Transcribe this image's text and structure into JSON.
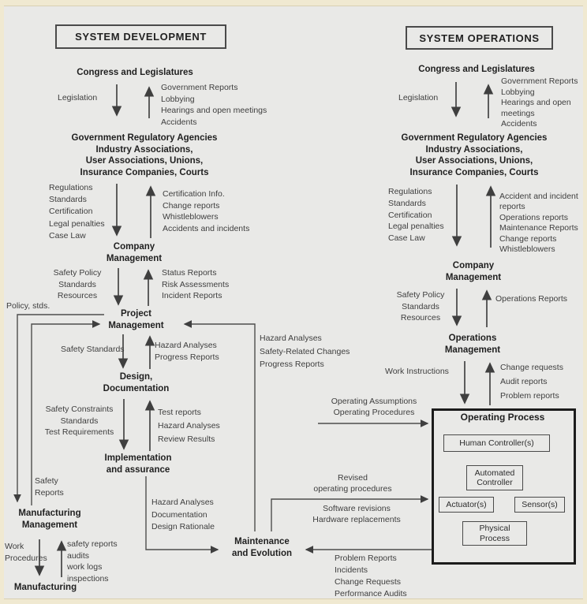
{
  "header": {
    "development_title": "SYSTEM DEVELOPMENT",
    "operations_title": "SYSTEM OPERATIONS"
  },
  "development": {
    "congress_heading": "Congress and Legislatures",
    "legislation_label": "Legislation",
    "congress_feedback": [
      "Government Reports",
      "Lobbying",
      "Hearings and open meetings",
      "Accidents"
    ],
    "agencies_heading": [
      "Government Regulatory Agencies",
      "Industry Associations,",
      "User Associations, Unions,",
      "Insurance Companies, Courts"
    ],
    "agencies_control": [
      "Regulations",
      "Standards",
      "Certification",
      "Legal penalties",
      "Case Law"
    ],
    "agencies_feedback": [
      "Certification Info.",
      "Change reports",
      "Whistleblowers",
      "Accidents and incidents"
    ],
    "company_heading": [
      "Company",
      "Management"
    ],
    "company_control": [
      "Safety Policy",
      "Standards",
      "Resources"
    ],
    "company_feedback": [
      "Status Reports",
      "Risk Assessments",
      "Incident Reports"
    ],
    "policy_stds_label": "Policy, stds.",
    "project_heading": [
      "Project",
      "Management"
    ],
    "project_control": "Safety Standards",
    "project_feedback": [
      "Hazard Analyses",
      "Progress Reports"
    ],
    "design_heading": [
      "Design,",
      "Documentation"
    ],
    "design_control": [
      "Safety Constraints",
      "Standards",
      "Test Requirements"
    ],
    "design_feedback": [
      "Test reports",
      "Hazard Analyses",
      "Review Results"
    ],
    "implementation_heading": [
      "Implementation",
      "and assurance"
    ],
    "safety_reports_label": [
      "Safety",
      "Reports"
    ],
    "implementation_output": [
      "Hazard Analyses",
      "Documentation",
      "Design Rationale"
    ],
    "manufacturing_mgmt_heading": [
      "Manufacturing",
      "Management"
    ],
    "manufacturing_control": [
      "Work",
      "Procedures"
    ],
    "manufacturing_feedback": [
      "safety reports",
      "audits",
      "work logs",
      "inspections"
    ],
    "manufacturing_heading": "Manufacturing"
  },
  "middle": {
    "maintenance_heading": [
      "Maintenance",
      "and Evolution"
    ],
    "maintenance_to_project": [
      "Hazard Analyses",
      "Safety-Related Changes",
      "Progress Reports"
    ],
    "revised_procedures": [
      "Revised",
      "operating procedures"
    ],
    "revisions": [
      "Software revisions",
      "Hardware replacements"
    ],
    "operating_feedback": [
      "Problem Reports",
      "Incidents",
      "Change Requests",
      "Performance Audits"
    ],
    "operating_assumptions": [
      "Operating Assumptions",
      "Operating Procedures"
    ]
  },
  "operations": {
    "congress_heading": "Congress and Legislatures",
    "legislation_label": "Legislation",
    "congress_feedback": [
      "Government Reports",
      "Lobbying",
      "Hearings and open",
      "meetings",
      "Accidents"
    ],
    "agencies_heading": [
      "Government Regulatory Agencies",
      "Industry Associations,",
      "User Associations, Unions,",
      "Insurance Companies, Courts"
    ],
    "agencies_control": [
      "Regulations",
      "Standards",
      "Certification",
      "Legal penalties",
      "Case Law"
    ],
    "agencies_feedback": [
      "Accident and incident",
      "reports",
      "Operations reports",
      "Maintenance Reports",
      "Change reports",
      "Whistleblowers"
    ],
    "company_heading": [
      "Company",
      "Management"
    ],
    "company_control": [
      "Safety Policy",
      "Standards",
      "Resources"
    ],
    "company_feedback": "Operations Reports",
    "opsmgmt_heading": [
      "Operations",
      "Management"
    ],
    "opsmgmt_control": "Work Instructions",
    "opsmgmt_feedback": [
      "Change requests",
      "Audit reports",
      "Problem reports"
    ],
    "process": {
      "title": "Operating Process",
      "human": "Human Controller(s)",
      "automated": [
        "Automated",
        "Controller"
      ],
      "actuator": "Actuator(s)",
      "sensor": "Sensor(s)",
      "physical": [
        "Physical",
        "Process"
      ]
    }
  },
  "colors": {
    "background": "#e9e9e7",
    "frame": "#f0e9d1",
    "line": "#4a4a4a",
    "text": "#3c3c3c",
    "heading": "#1f1f1f"
  }
}
